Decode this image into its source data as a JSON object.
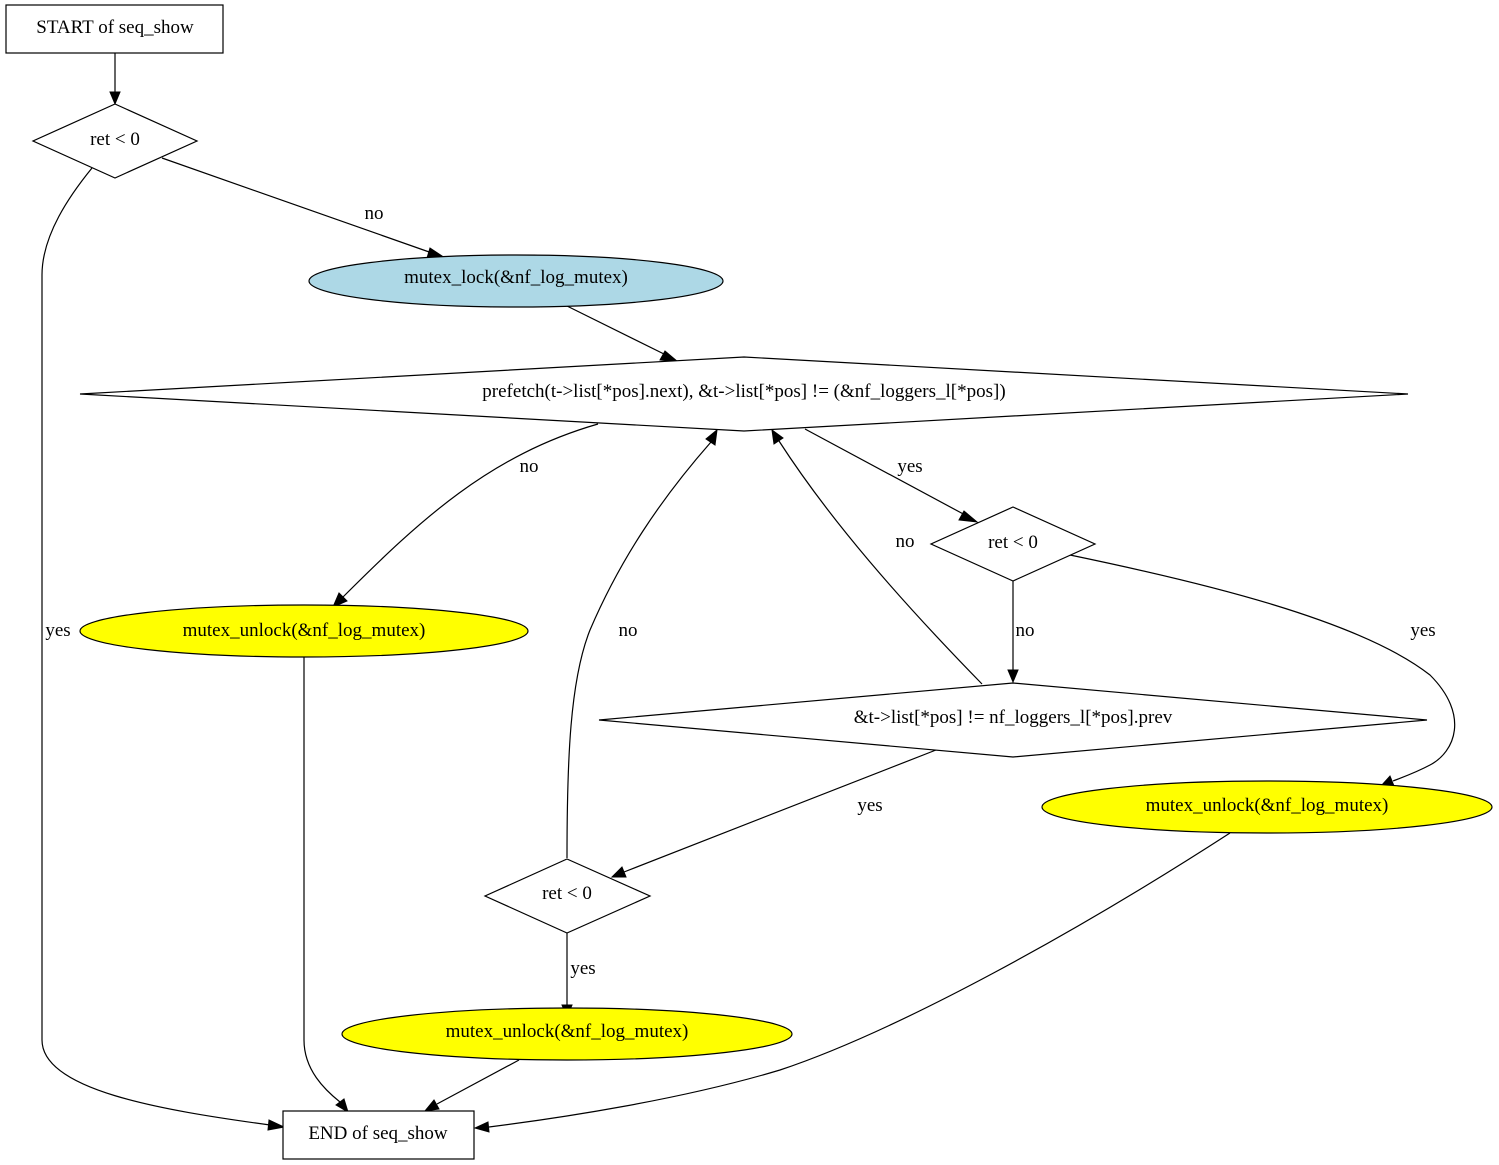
{
  "colors": {
    "lock_fill": "#add8e6",
    "unlock_fill": "#ffff00",
    "box_fill": "#ffffff",
    "decision_fill": "#ffffff",
    "stroke": "#000000"
  },
  "nodes": {
    "start": "START of seq_show",
    "d1": "ret < 0",
    "lock": "mutex_lock(&nf_log_mutex)",
    "loop": "prefetch(t->list[*pos].next), &t->list[*pos] != (&nf_loggers_l[*pos])",
    "d2": "ret < 0",
    "unlock_a": "mutex_unlock(&nf_log_mutex)",
    "cond": "&t->list[*pos] != nf_loggers_l[*pos].prev",
    "unlock_b": "mutex_unlock(&nf_log_mutex)",
    "d3": "ret < 0",
    "unlock_c": "mutex_unlock(&nf_log_mutex)",
    "end": "END of seq_show"
  },
  "edges": {
    "d1_yes": "yes",
    "d1_no": "no",
    "loop_no": "no",
    "loop_yes": "yes",
    "d2_no": "no",
    "d2_yes": "yes",
    "cond_no": "no",
    "cond_yes": "yes",
    "d3_no": "no",
    "d3_yes": "yes"
  }
}
